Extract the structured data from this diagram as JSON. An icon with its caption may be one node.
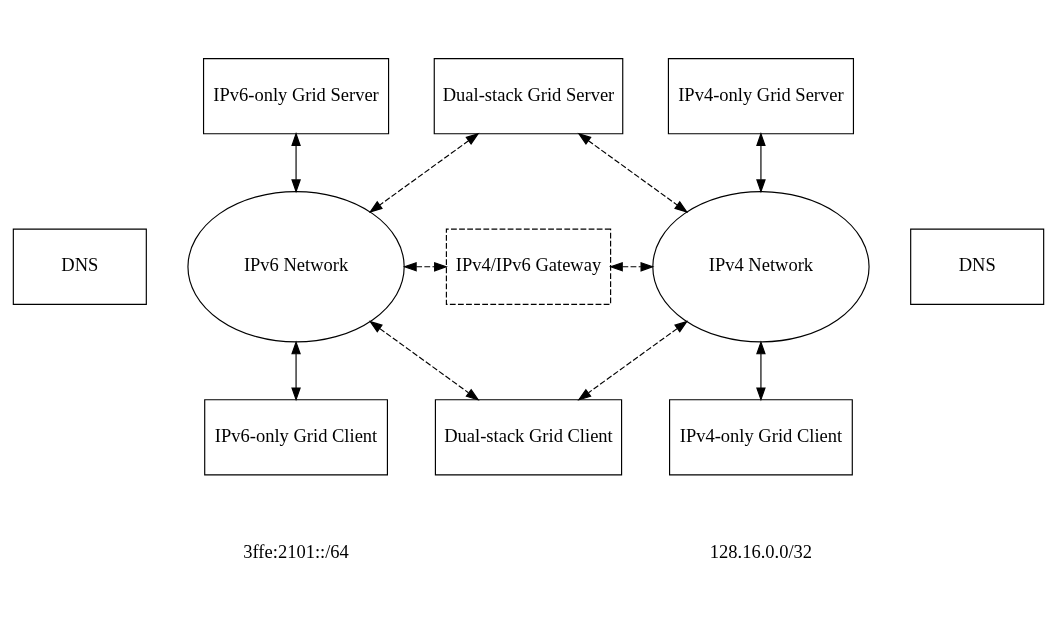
{
  "diagram": {
    "nodes": [
      {
        "text": [
          "IPv6-only Grid Server"
        ]
      },
      {
        "text": [
          "Dual-stack Grid Server"
        ]
      },
      {
        "text": [
          "IPv4-only Grid Server"
        ]
      },
      {
        "text": [
          "DNS"
        ]
      },
      {
        "text": [
          "IPv6 Network"
        ]
      },
      {
        "text": [
          "IPv4/IPv6 Gateway"
        ]
      },
      {
        "text": [
          "DNS"
        ]
      },
      {
        "text": [
          "IPv4 Network"
        ]
      },
      {
        "text": [
          "IPv6-only Grid Client"
        ]
      },
      {
        "text": [
          "Dual-stack Grid Client"
        ]
      },
      {
        "text": [
          "IPv4-only Grid Client"
        ]
      }
    ],
    "edges": [
      {
        "from": 0,
        "to": 4,
        "arrow": "both"
      },
      {
        "from": 1,
        "to": 4,
        "arrow": "both",
        "style": "dashed"
      },
      {
        "from": 1,
        "to": 7,
        "arrow": "both",
        "style": "dashed"
      },
      {
        "from": 2,
        "to": 7,
        "arrow": "both"
      },
      {
        "from": 4,
        "to": 5,
        "arrow": "both",
        "style": "dashed"
      },
      {
        "from": 5,
        "to": 7,
        "arrow": "both",
        "style": "dashed"
      },
      {
        "from": 4,
        "to": 8,
        "arrow": "both"
      },
      {
        "from": 4,
        "to": 9,
        "arrow": "both",
        "style": "dashed"
      },
      {
        "from": 7,
        "to": 9,
        "arrow": "both",
        "style": "dashed"
      },
      {
        "from": 7,
        "to": 10,
        "arrow": "both"
      }
    ],
    "labels": [
      "3ffe:2101::/64",
      "128.16.0.0/32"
    ]
  }
}
